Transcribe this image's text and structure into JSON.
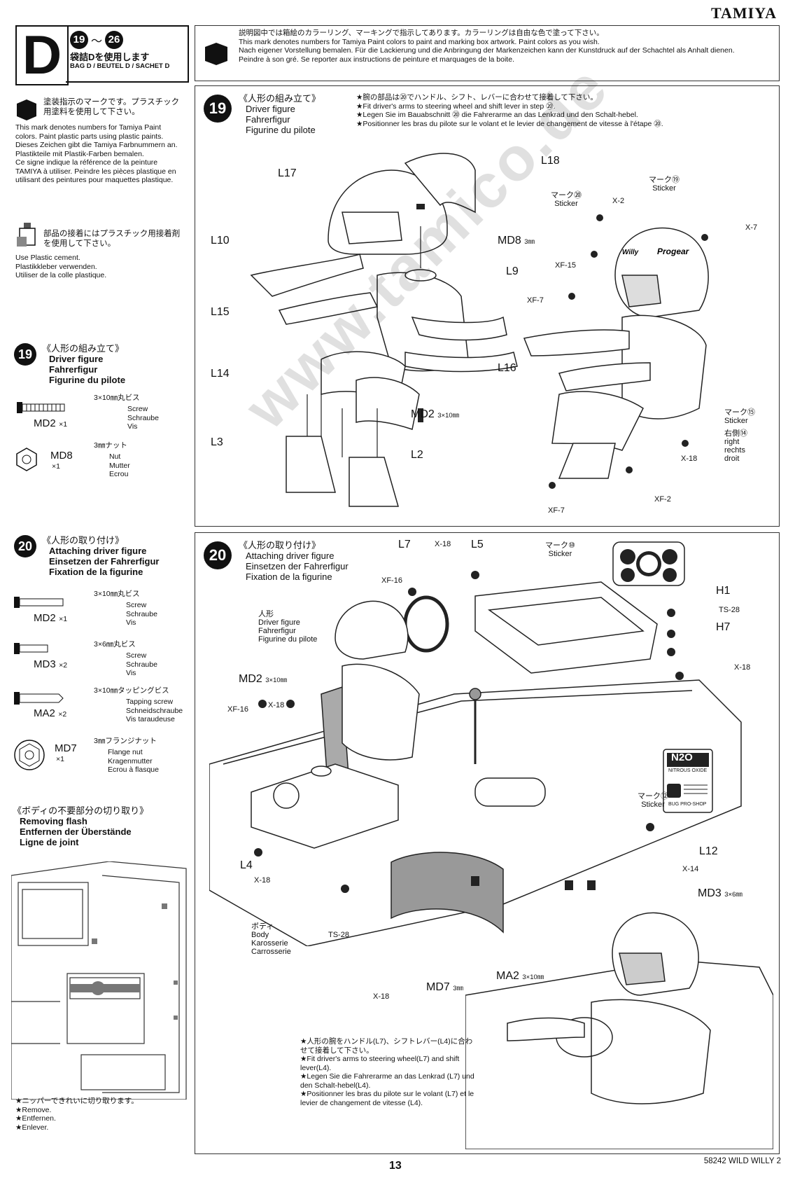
{
  "brand": "TAMIYA",
  "section": {
    "letter": "D",
    "step_from": "19",
    "step_to": "26",
    "bag_jp": "袋詰Dを使用します",
    "bag_label": "BAG D / BEUTEL D / SACHET D"
  },
  "notice": {
    "jp": "説明図中では箱絵のカラーリング、マーキングで指示してあります。カラーリングは自由な色で塗って下さい。",
    "en": "This mark denotes numbers for Tamiya Paint colors to paint and marking box artwork. Paint colors as you wish.",
    "de": "Nach eigener Vorstellung bemalen. Für die Lackierung und die Anbringung der Markenzeichen kann der Kunstdruck auf der Schachtel als Anhalt dienen.",
    "fr": "Peindre à son gré. Se reporter aux instructions de peinture et marquages de la boite."
  },
  "legend_paint": {
    "jp": "塗装指示のマークです。プラスチック用塗料を使用して下さい。",
    "en": "This mark denotes numbers for Tamiya Paint colors. Paint plastic parts using plastic paints.",
    "de": "Dieses Zeichen gibt die Tamiya Farbnummern an. Plastikteile mit Plastik-Farben bemalen.",
    "fr": "Ce signe indique la référence de la peinture TAMIYA à utiliser. Peindre les pièces plastique en utilisant des peintures pour maquettes plastique."
  },
  "legend_cement": {
    "jp": "部品の接着にはプラスチック用接着剤を使用して下さい。",
    "en": "Use Plastic cement.",
    "de": "Plastikkleber verwenden.",
    "fr": "Utiliser de la colle plastique."
  },
  "step19": {
    "num": "19",
    "jp": "《人形の組み立て》",
    "en": "Driver figure",
    "de": "Fahrerfigur",
    "fr": "Figurine du pilote",
    "note_jp": "★腕の部品は⑳でハンドル、シフト、レバーに合わせて接着して下さい。",
    "note_en": "★Fit driver's arms to steering wheel and shift lever in step ⑳.",
    "note_de": "★Legen Sie im Bauabschnitt ⑳ die Fahrerarme an das Lenkrad und den Schalt-hebel.",
    "note_fr": "★Positionner les bras du pilote sur le volant et le levier de changement de vitesse à l'étape ⑳.",
    "parts": [
      {
        "code": "MD2",
        "qty": "×1",
        "size_jp": "3×10㎜丸ビス",
        "en": "Screw",
        "de": "Schraube",
        "fr": "Vis"
      },
      {
        "code": "MD8",
        "qty": "×1",
        "size_jp": "3㎜ナット",
        "en": "Nut",
        "de": "Mutter",
        "fr": "Ecrou"
      }
    ],
    "labels": {
      "L17": "L17",
      "L18": "L18",
      "L10": "L10",
      "L9": "L9",
      "L15": "L15",
      "L16": "L16",
      "L14": "L14",
      "L3": "L3",
      "L2": "L2",
      "MD8": "MD8",
      "MD8_size": "3㎜",
      "MD2": "MD2",
      "MD2_size": "3×10㎜",
      "m20": "マーク⑳",
      "m20_s": "Sticker",
      "m19": "マーク⑲",
      "m19_s": "Sticker",
      "x2": "X-2",
      "x7": "X-7",
      "xf15": "XF-15",
      "xf7a": "XF-7",
      "xf7b": "XF-7",
      "x18": "X-18",
      "xf2": "XF-2",
      "m15": "マーク⑮",
      "m15_s": "Sticker",
      "m14": "右側⑭",
      "m14_en": "right",
      "m14_de": "rechts",
      "m14_fr": "droit",
      "helmet1": "Willy",
      "helmet2": "Progear"
    }
  },
  "step20": {
    "num": "20",
    "jp": "《人形の取り付け》",
    "en": "Attaching driver figure",
    "de": "Einsetzen der Fahrerfigur",
    "fr": "Fixation de la figurine",
    "parts": [
      {
        "code": "MD2",
        "qty": "×1",
        "size_jp": "3×10㎜丸ビス",
        "en": "Screw",
        "de": "Schraube",
        "fr": "Vis"
      },
      {
        "code": "MD3",
        "qty": "×2",
        "size_jp": "3×6㎜丸ビス",
        "en": "Screw",
        "de": "Schraube",
        "fr": "Vis"
      },
      {
        "code": "MA2",
        "qty": "×2",
        "size_jp": "3×10㎜タッピングビス",
        "en": "Tapping screw",
        "de": "Schneidschraube",
        "fr": "Vis taraudeuse"
      },
      {
        "code": "MD7",
        "qty": "×1",
        "size_jp": "3㎜フランジナット",
        "en": "Flange nut",
        "de": "Kragenmutter",
        "fr": "Ecrou à flasque"
      }
    ],
    "labels": {
      "L7": "L7",
      "x18a": "X-18",
      "L5": "L5",
      "m10": "マーク⑩",
      "m10_s": "Sticker",
      "xf16": "XF-16",
      "fig_jp": "人形",
      "fig_en": "Driver figure",
      "fig_de": "Fahrerfigur",
      "fig_fr": "Figurine du pilote",
      "H1": "H1",
      "ts28a": "TS-28",
      "H7": "H7",
      "x18b": "X-18",
      "MD2": "MD2",
      "MD2_size": "3×10㎜",
      "xf16b": "XF-16",
      "x18c": "X-18",
      "m12": "マーク⑫",
      "m12_s": "Sticker",
      "L4": "L4",
      "x18d": "X-18",
      "L12": "L12",
      "x14": "X-14",
      "MD3": "MD3",
      "MD3_size": "3×6㎜",
      "body_jp": "ボディ",
      "body_en": "Body",
      "body_de": "Karosserie",
      "body_fr": "Carrosserie",
      "ts28b": "TS-28",
      "MD7": "MD7",
      "MD7_size": "3㎜",
      "MA2": "MA2",
      "MA2_size": "3×10㎜",
      "x18e": "X-18",
      "n2o": "N2O",
      "n2o_sub": "NITROUS OXIDE",
      "bugpro": "BUG PRO-SHOP"
    },
    "note_jp": "★人形の腕をハンドル(L7)、シフトレバー(L4)に合わせて接着して下さい。",
    "note_en": "★Fit driver's arms to steering wheel(L7) and shift lever(L4).",
    "note_de": "★Legen Sie die Fahrerarme an das Lenkrad (L7) und den Schalt-hebel(L4).",
    "note_fr": "★Positionner les bras du pilote sur le volant (L7) et le levier de changement de vitesse (L4)."
  },
  "flash": {
    "jp": "《ボディの不要部分の切り取り》",
    "en": "Removing flash",
    "de": "Entfernen der Überstände",
    "fr": "Ligne de joint",
    "note_jp": "★ニッパーできれいに切り取ります。",
    "note_en": "★Remove.",
    "note_de": "★Entfernen.",
    "note_fr": "★Enlever."
  },
  "watermark": "www.tamico.de",
  "footer": {
    "model": "58242 WILD WILLY 2",
    "page": "13"
  }
}
